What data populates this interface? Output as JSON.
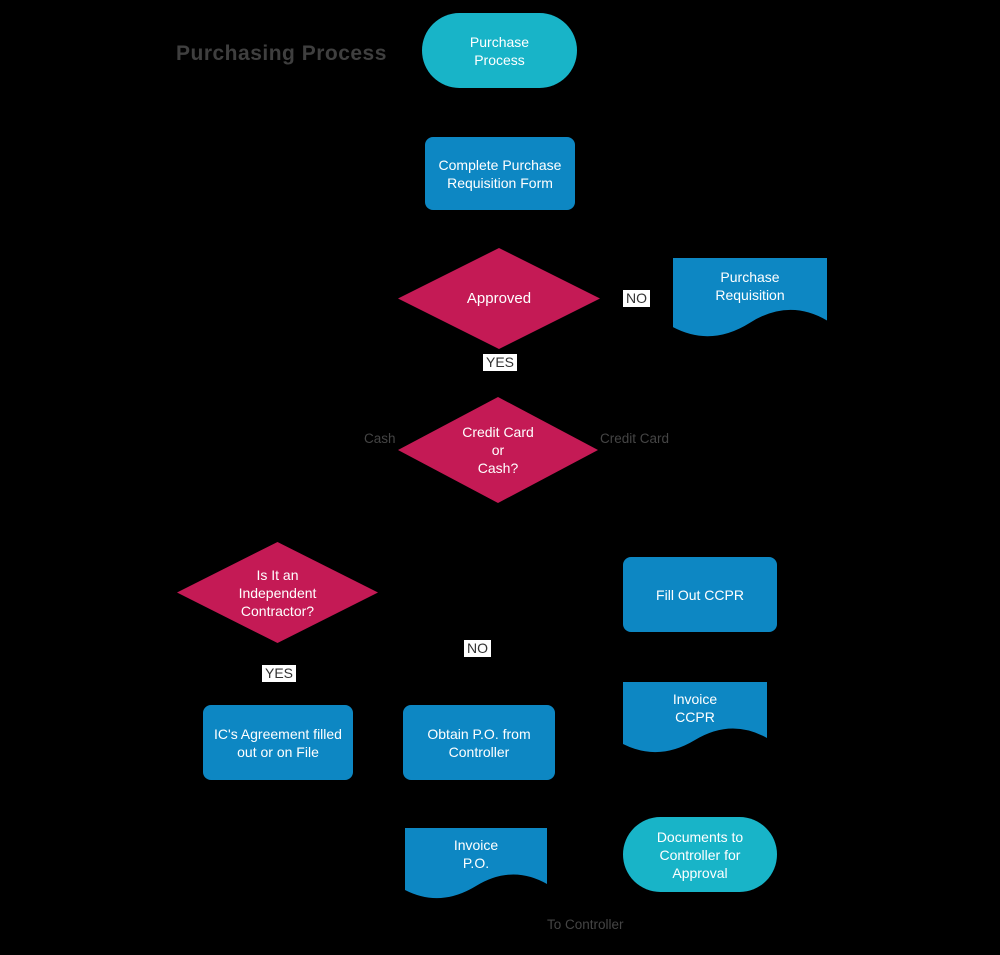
{
  "title": "Purchasing Process",
  "colors": {
    "background": "#000000",
    "node_teal": "#18b4c8",
    "node_blue": "#0d87c3",
    "node_magenta": "#c41a55",
    "shape_text": "#ffffff",
    "title_gray": "#3f3f3f",
    "label_gray": "#454545",
    "edge_label_bg": "#ffffff",
    "edge_label_text": "#333333"
  },
  "nodes": {
    "purchase_process": {
      "type": "terminator",
      "label": "Purchase\nProcess"
    },
    "complete_purchase_requisition_form": {
      "type": "process",
      "label": "Complete Purchase\nRequisition Form"
    },
    "approved": {
      "type": "decision",
      "label": "Approved"
    },
    "purchase_requisition": {
      "type": "document",
      "label": "Purchase\nRequisition"
    },
    "credit_card_or_cash": {
      "type": "decision",
      "label": "Credit Card\nor\nCash?"
    },
    "independent_contractor": {
      "type": "decision",
      "label": "Is It an\nIndependent\nContractor?"
    },
    "fill_out_ccpr": {
      "type": "process",
      "label": "Fill Out CCPR"
    },
    "ics_agreement": {
      "type": "process",
      "label": "IC's Agreement filled\nout or on File"
    },
    "obtain_po": {
      "type": "process",
      "label": "Obtain P.O. from\nController"
    },
    "invoice_ccpr": {
      "type": "document",
      "label": "Invoice\nCCPR"
    },
    "invoice_po": {
      "type": "document",
      "label": "Invoice\nP.O."
    },
    "documents_to_controller": {
      "type": "terminator",
      "label": "Documents to\nController for\nApproval"
    }
  },
  "edge_labels": {
    "approved_no": "NO",
    "approved_yes": "YES",
    "cash": "Cash",
    "credit_card": "Credit Card",
    "contractor_yes": "YES",
    "contractor_no": "NO",
    "to_controller": "To Controller"
  }
}
